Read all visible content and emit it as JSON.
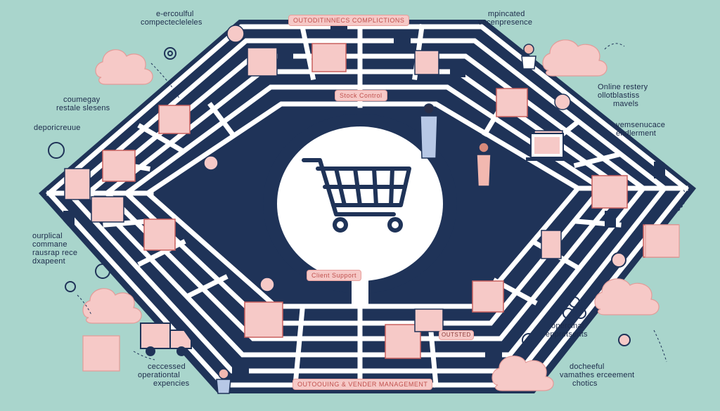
{
  "center": {
    "icon": "shopping-cart-icon"
  },
  "pills": {
    "top": "OUTODITINNECS COMPLICTIONS",
    "stock": "Stock Control",
    "support": "Client Support",
    "bottom": "OUTOOUING & VENDER MANAGEMENT",
    "shop": "OUTSTED"
  },
  "labels": {
    "top_left": [
      "e-ercoulful",
      "compectecleleles"
    ],
    "top_right": [
      "mpincated",
      "vecenpresence"
    ],
    "left_mid": [
      "coumegay",
      "restale slesens"
    ],
    "left_depot": [
      "deporicreuue"
    ],
    "right_online": [
      "Online restery",
      "ollotblastiss",
      "mavels"
    ],
    "right_vens": [
      "vemsenucace",
      "endlerment"
    ],
    "left_low": [
      "ourplical",
      "commane",
      "rausrap rece",
      "dxapeent"
    ],
    "bottom_left": [
      "ceccessed",
      "operationtal",
      "expencies"
    ],
    "right_low": [
      "opercinal",
      "eppretsents"
    ],
    "bottom_right": [
      "docheeful",
      "vamathes erceement",
      "chotics"
    ]
  },
  "colors": {
    "background": "#a9d5cc",
    "maze": "#1f3358",
    "card": "#f6c9c7",
    "accent": "#e79e9b"
  }
}
